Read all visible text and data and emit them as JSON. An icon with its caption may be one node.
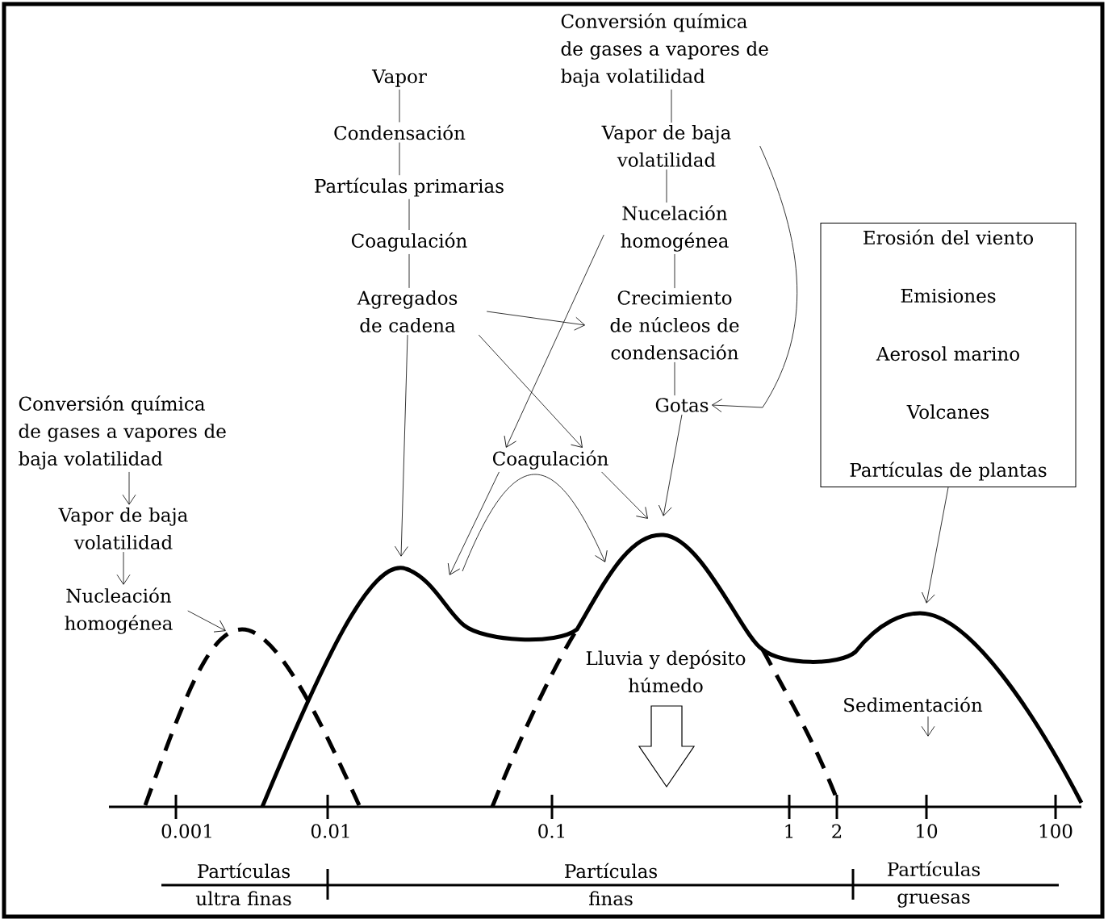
{
  "diagram": {
    "nodes": [
      {
        "text": [
          "Vapor"
        ]
      },
      {
        "text": [
          "Condensación"
        ]
      },
      {
        "text": [
          "Partículas primarias"
        ]
      },
      {
        "text": [
          "Coagulación"
        ]
      },
      {
        "text": [
          "Agregados de cadena"
        ]
      },
      {
        "text": [
          "Conversión química de gases a vapores de baja volatilidad"
        ]
      },
      {
        "text": [
          "Vapor de baja volatilidad"
        ]
      },
      {
        "text": [
          "Nucelación homogénea"
        ]
      },
      {
        "text": [
          "Crecimiento de núcleos de condensación"
        ]
      },
      {
        "text": [
          "Gotas"
        ]
      },
      {
        "text": [
          "Erosión del viento",
          "Emisiones",
          "Aerosol marino",
          "Volcanes",
          "Partículas de plantas"
        ]
      },
      {
        "text": [
          "Coagulación"
        ]
      },
      {
        "text": [
          "Conversión química de gases a vapores de baja volatilidad"
        ]
      },
      {
        "text": [
          "Vapor de baja volatilidad"
        ]
      },
      {
        "text": [
          "Nucleación homogénea"
        ]
      },
      {
        "text": [
          "Lluvia y depósito húmedo"
        ]
      },
      {
        "text": [
          "Sedimentación"
        ]
      }
    ],
    "edges": [
      {
        "from": 0,
        "to": 1,
        "arrow": "none"
      },
      {
        "from": 1,
        "to": 2,
        "arrow": "none"
      },
      {
        "from": 2,
        "to": 3,
        "arrow": "none"
      },
      {
        "from": 3,
        "to": 4,
        "arrow": "none"
      },
      {
        "from": 4,
        "to": null,
        "arrow": "to"
      },
      {
        "from": 4,
        "to": 8,
        "arrow": "to"
      },
      {
        "from": 4,
        "to": 11,
        "arrow": "to"
      },
      {
        "from": 5,
        "to": 6,
        "arrow": "none"
      },
      {
        "from": 6,
        "to": 7,
        "arrow": "none"
      },
      {
        "from": 7,
        "to": 8,
        "arrow": "none"
      },
      {
        "from": 8,
        "to": 9,
        "arrow": "none"
      },
      {
        "from": 9,
        "to": null,
        "arrow": "to"
      },
      {
        "from": 7,
        "to": 11,
        "arrow": "to"
      },
      {
        "from": 6,
        "to": 9,
        "arrow": "to"
      },
      {
        "from": 11,
        "to": null,
        "arrow": "to"
      },
      {
        "from": 11,
        "to": null,
        "arrow": "to"
      },
      {
        "from": 12,
        "to": 13,
        "arrow": "to"
      },
      {
        "from": 13,
        "to": 14,
        "arrow": "to"
      },
      {
        "from": 14,
        "to": null,
        "arrow": "to"
      },
      {
        "from": 10,
        "to": null,
        "arrow": "to"
      }
    ],
    "labels": [
      "0.001",
      "0.01",
      "0.1",
      "1",
      "2",
      "10",
      "100",
      "Partículas ultra finas",
      "Partículas finas",
      "Partículas gruesas"
    ]
  }
}
